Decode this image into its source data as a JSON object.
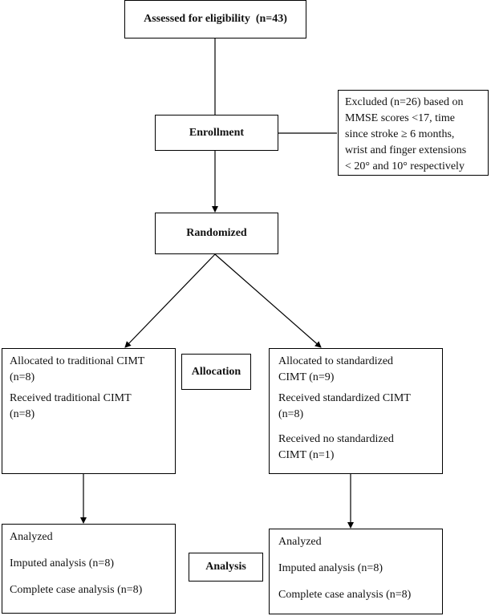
{
  "eligibility": {
    "label": "Assessed for eligibility",
    "count": "(n=43)"
  },
  "excluded": {
    "lines": [
      "Excluded (n=26) based on",
      "MMSE scores <17, time",
      "since stroke ≥ 6 months,",
      "wrist and finger extensions",
      "< 20° and 10° respectively"
    ]
  },
  "enrollment": {
    "label": "Enrollment"
  },
  "randomized": {
    "label": "Randomized"
  },
  "allocation_label": "Allocation",
  "analysis_label": "Analysis",
  "left_alloc": {
    "allocated_line1": "Allocated to traditional CIMT",
    "allocated_line2": "(n=8)",
    "received_line1": "Received traditional CIMT",
    "received_line2": "(n=8)"
  },
  "right_alloc": {
    "allocated_line1": "Allocated to standardized",
    "allocated_line2": "CIMT (n=9)",
    "received_line1": "Received standardized CIMT",
    "received_line2": "(n=8)",
    "not_received_line1": "Received no standardized",
    "not_received_line2": "CIMT (n=1)"
  },
  "left_analysis": {
    "analyzed": "Analyzed",
    "imputed": "Imputed analysis (n=8)",
    "complete": "Complete case analysis (n=8)"
  },
  "right_analysis": {
    "analyzed": "Analyzed",
    "imputed": "Imputed analysis (n=8)",
    "complete": "Complete case analysis (n=8)"
  }
}
